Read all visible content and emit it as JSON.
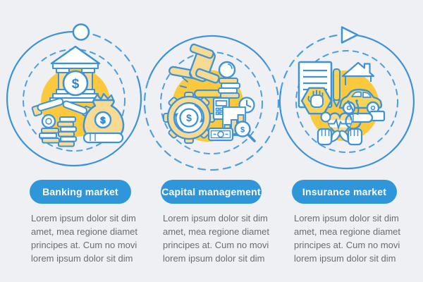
{
  "colors": {
    "background": "#eef0f4",
    "stroke_blue": "#3e92d8",
    "dashed_blue": "#4f9ede",
    "pill_blue": "#2f96da",
    "accent_yellow": "#fbc93e",
    "light_yellow": "#f8db92",
    "deep_yellow": "#f8d558",
    "body_text": "#6b6c70",
    "pill_text": "#ffffff"
  },
  "glyphs": {
    "dollar": "$"
  },
  "steps": [
    {
      "label": "Banking market",
      "marker": "circle-node",
      "description": "Lorem ipsum dolor sit dim\namet, mea regione diamet\nprincipes at. Cum no movi\nlorem ipsum dolor sit dim"
    },
    {
      "label": "Capital management",
      "marker": "none",
      "description": "Lorem ipsum dolor sit dim\namet, mea regione diamet\nprincipes at. Cum no movi\nlorem ipsum dolor sit dim"
    },
    {
      "label": "Insurance market",
      "marker": "triangle-node",
      "description": "Lorem ipsum dolor sit dim\namet, mea regione diamet\nprincipes at. Cum no movi\nlorem ipsum dolor sit dim"
    }
  ]
}
